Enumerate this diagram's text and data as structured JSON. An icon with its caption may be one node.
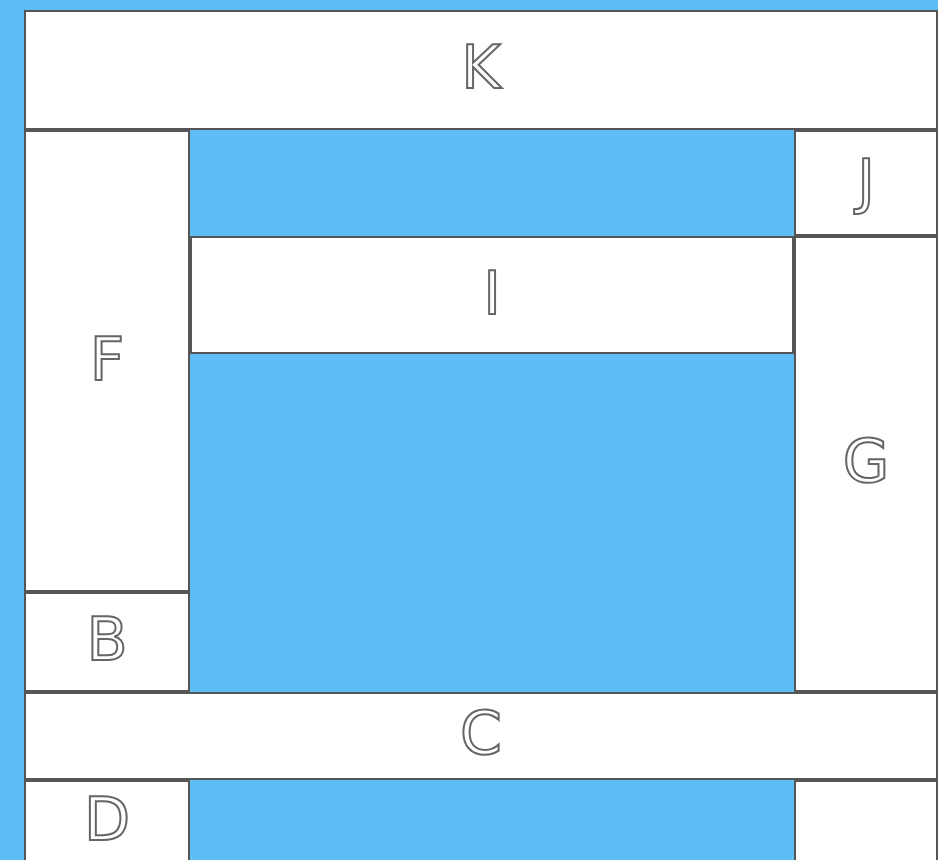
{
  "diagram": {
    "nodes": [
      {
        "text": [
          "K"
        ]
      },
      {
        "text": [
          "J"
        ]
      },
      {
        "text": [
          "I"
        ]
      },
      {
        "text": [
          "F"
        ]
      },
      {
        "text": [
          "G"
        ]
      },
      {
        "text": [
          "B"
        ]
      },
      {
        "text": [
          "C"
        ]
      },
      {
        "text": [
          "D"
        ]
      },
      {
        "text": [],
        "shape": "box"
      }
    ]
  }
}
